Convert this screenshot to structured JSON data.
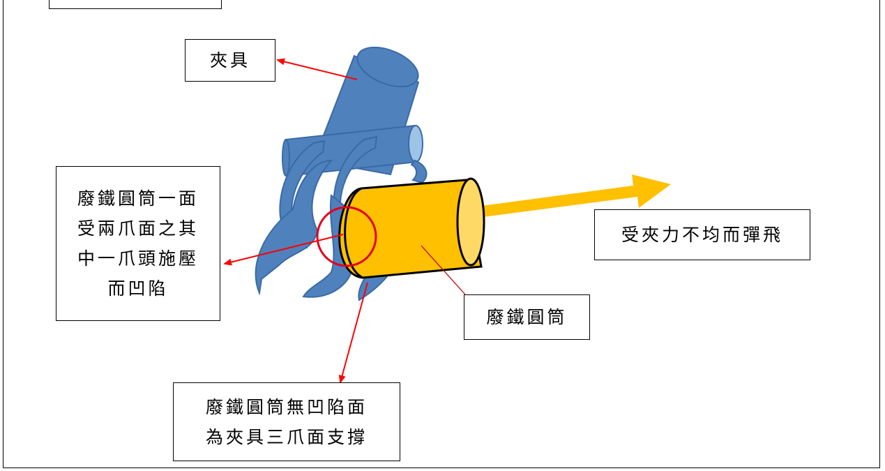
{
  "labels": {
    "clamp": "夾具",
    "dent_side": [
      "廢鐵圓筒一面",
      "受兩爪面之其",
      "中一爪頭施壓",
      "而凹陷"
    ],
    "bounce": "受夾力不均而彈飛",
    "cylinder": "廢鐵圓筒",
    "support_side": [
      "廢鐵圓筒無凹陷面",
      "為夾具三爪面支撐"
    ]
  },
  "colors": {
    "clamp_blue": "#4f81bd",
    "clamp_outline": "#3a6aa6",
    "cylinder_fill": "#ffc000",
    "cylinder_end": "#ffd966",
    "arrow_yellow": "#ffc000",
    "pointer_red": "#ff0000",
    "highlight_circle": "#e3001b",
    "leader_line": "#c00000"
  }
}
